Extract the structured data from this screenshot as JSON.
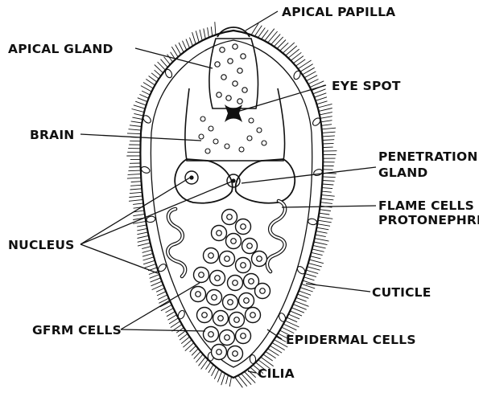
{
  "labels": {
    "apical_papilla": "APICAL PAPILLA",
    "apical_gland": "APICAL GLAND",
    "eye_spot": "EYE SPOT",
    "brain": "BRAIN",
    "penetration_gland_1": "PENETRATION",
    "penetration_gland_2": "GLAND",
    "flame_cells_1": "FLAME CELLS OR",
    "flame_cells_2": "PROTONEPHRIDI/",
    "nucleus": "NUCLEUS",
    "cuticle": "CUTICLE",
    "germ_cells": "GFRM CELLS",
    "epidermal_cells": "EPIDERMAL CELLS",
    "cilia": "CILIA"
  },
  "colors": {
    "ink": "#111111",
    "paper": "#ffffff"
  }
}
